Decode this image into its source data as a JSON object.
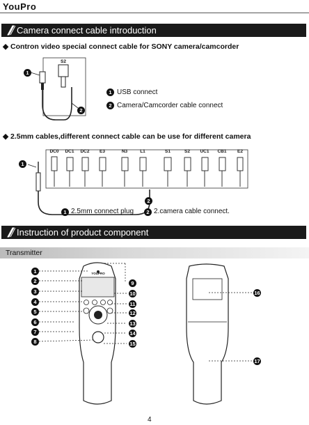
{
  "brand": "YouPro",
  "sections": {
    "intro_title": "Camera connect cable introduction",
    "component_title": "Instruction of product component"
  },
  "bullets": {
    "sony": "◆ Contron video special  connect  cable for SONY camera/camcorder",
    "cables": "◆  2.5mm cables,different connect cable can be use for different camera"
  },
  "sony_cable": {
    "plug_label": "S2",
    "legend": [
      {
        "num": "1",
        "text": "USB connect"
      },
      {
        "num": "2",
        "text": "Camera/Camcorder cable connect"
      }
    ]
  },
  "cable_set": {
    "labels": [
      "DC0",
      "DC1",
      "DC2",
      "E3",
      "N3",
      "L1",
      "S1",
      "S2",
      "UC1",
      "CB1",
      "E2"
    ],
    "legend": [
      {
        "num": "1",
        "text": "2.5mm connect plug"
      },
      {
        "num": "2",
        "text": "2.camera cable connect."
      }
    ]
  },
  "transmitter": {
    "heading": "Transmitter",
    "device_brand": "YOUPRO",
    "left_callouts": [
      "1",
      "2",
      "3",
      "4",
      "5",
      "6",
      "7",
      "8"
    ],
    "right_callouts": [
      "9",
      "10",
      "11",
      "12",
      "13",
      "14",
      "15"
    ],
    "back_callouts": [
      "16",
      "17"
    ]
  },
  "page_number": "4"
}
